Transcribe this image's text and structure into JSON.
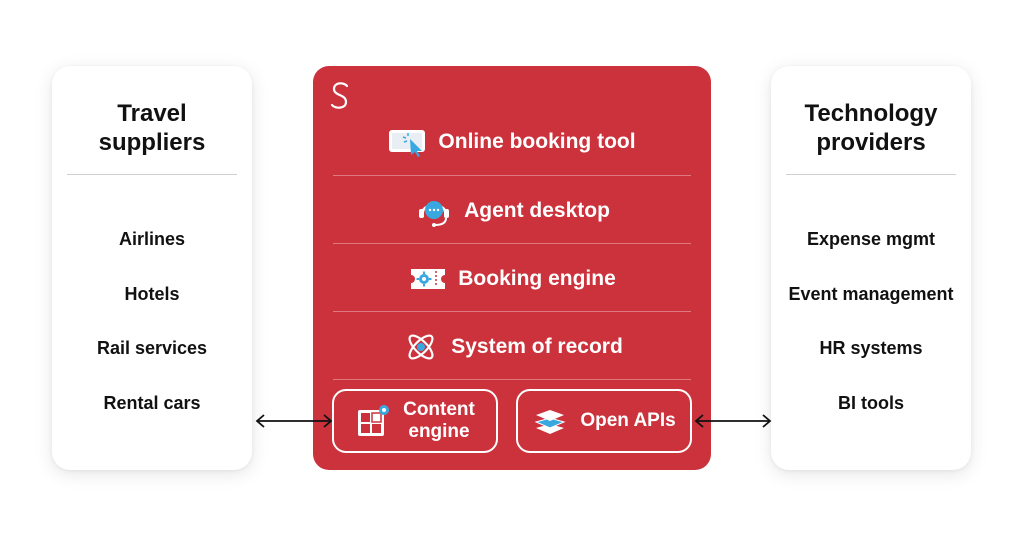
{
  "left_card": {
    "title": "Travel\nsuppliers",
    "items": [
      "Airlines",
      "Hotels",
      "Rail services",
      "Rental cars"
    ]
  },
  "right_card": {
    "title": "Technology\nproviders",
    "items": [
      "Expense mgmt",
      "Event management",
      "HR systems",
      "BI tools"
    ]
  },
  "center_panel": {
    "rows": [
      {
        "label": "Online booking tool",
        "icon": "booking-tool-icon"
      },
      {
        "label": "Agent desktop",
        "icon": "headset-icon"
      },
      {
        "label": "Booking engine",
        "icon": "ticket-gear-icon"
      },
      {
        "label": "System of record",
        "icon": "atom-icon"
      }
    ],
    "content_engine": {
      "label": "Content\nengine",
      "icon": "content-grid-icon"
    },
    "open_apis": {
      "label": "Open APIs",
      "icon": "layers-icon"
    }
  },
  "colors": {
    "panel_red": "#cb323c",
    "icon_blue": "#3aa8e0",
    "text_dark": "#111111"
  }
}
